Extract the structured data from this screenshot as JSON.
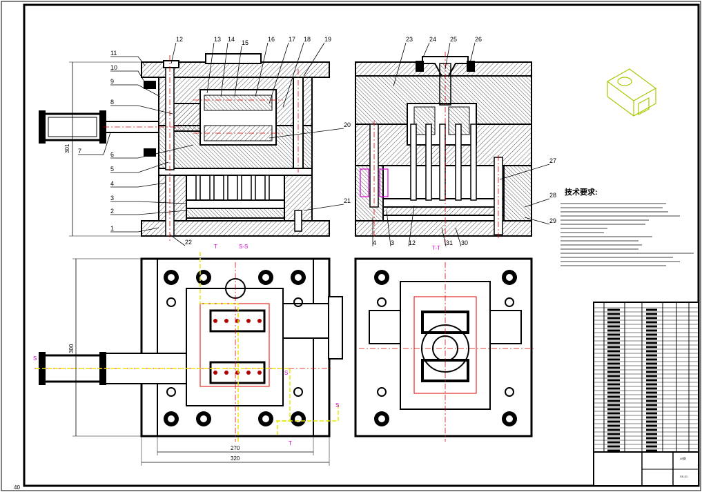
{
  "colors": {
    "background": "#ffffff",
    "line": "#000000",
    "hatch": "#555555",
    "centerline": "#e00000",
    "section_line": "#e8e800",
    "section_label": "#d400d4",
    "iso_part": "#a8c800"
  },
  "balloons_front_left": [
    "1",
    "2",
    "3",
    "4",
    "5",
    "6",
    "7",
    "8",
    "9",
    "10",
    "11",
    "12",
    "13",
    "14",
    "15",
    "16",
    "17",
    "18",
    "19",
    "20",
    "21",
    "22"
  ],
  "balloons_front_right": [
    "23",
    "24",
    "25",
    "26",
    "27",
    "28",
    "29",
    "4",
    "3",
    "12",
    "31",
    "30"
  ],
  "dimensions": {
    "front_height": "301",
    "plan_height": "300",
    "plan_inner_width": "270",
    "plan_outer_width": "320"
  },
  "section_marks": {
    "left_view": "S-S",
    "right_view": "T-T",
    "mark_t": "T",
    "mark_s": "S"
  },
  "tech_requirements_title": "技术要求:",
  "corner_label": "40",
  "title_block": {
    "material": "45钢",
    "drawing_no": "SS-01"
  },
  "icons": {
    "iso_view": "isometric-part-icon"
  }
}
